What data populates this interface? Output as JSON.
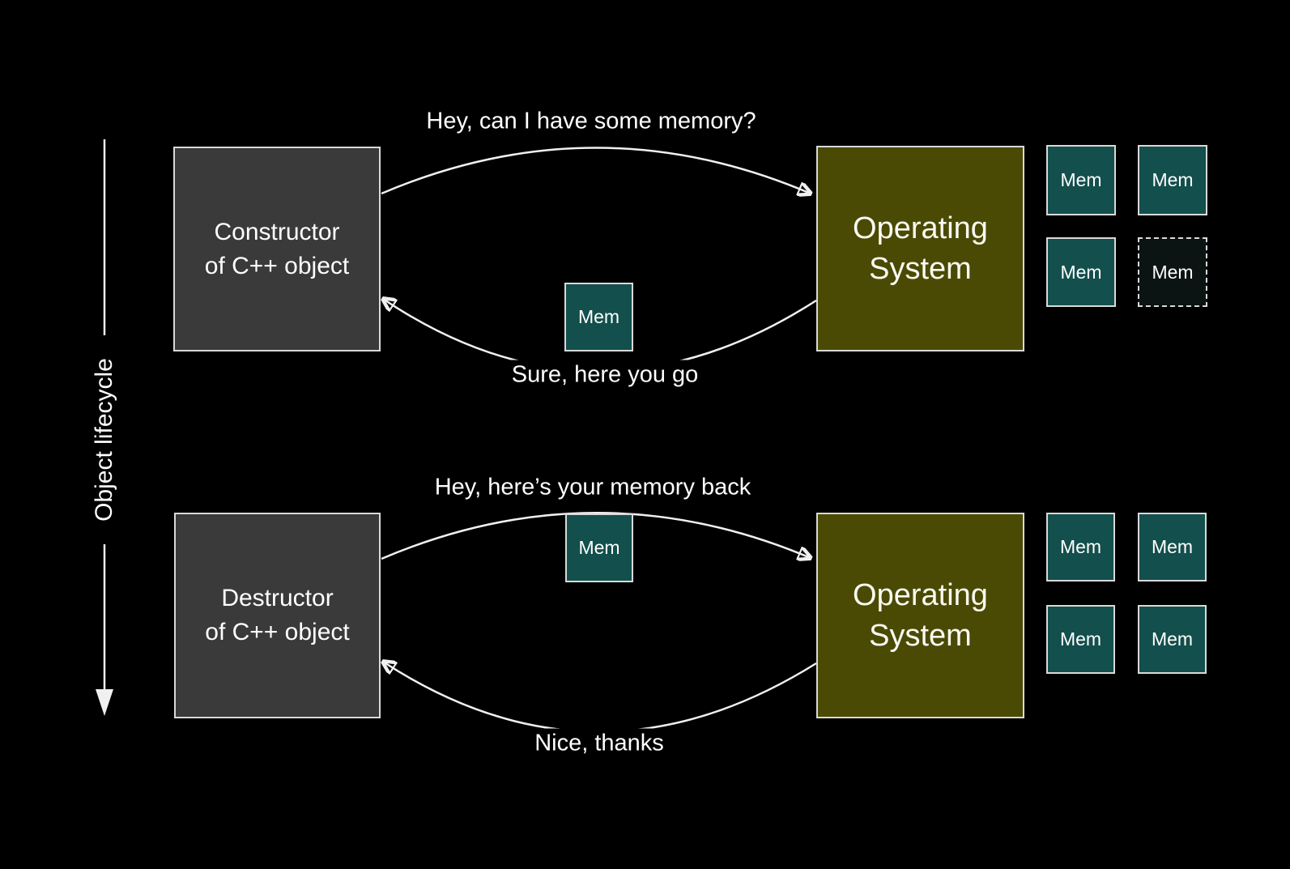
{
  "colors": {
    "background": "#000000",
    "actor_box_fill": "#3a3a3a",
    "os_box_fill": "#4a4a05",
    "mem_box_fill": "#134f4c",
    "mem_box_freed_fill": "#0c1413",
    "box_border": "#d9d9d9",
    "arrow": "#f0f0f0",
    "text": "#ffffff"
  },
  "lifecycle_axis": {
    "label": "Object lifecycle"
  },
  "allocation_flow": {
    "actor": {
      "line1": "Constructor",
      "line2": "of C++ object"
    },
    "os": {
      "line1": "Operating",
      "line2": "System"
    },
    "request_label": "Hey, can I have some memory?",
    "response_label": "Sure, here you go",
    "transfer_mem": {
      "label": "Mem"
    },
    "mem_grid": [
      {
        "label": "Mem",
        "variant": "solid"
      },
      {
        "label": "Mem",
        "variant": "solid"
      },
      {
        "label": "Mem",
        "variant": "solid"
      },
      {
        "label": "Mem",
        "variant": "dashed"
      }
    ]
  },
  "deallocation_flow": {
    "actor": {
      "line1": "Destructor",
      "line2": "of C++ object"
    },
    "os": {
      "line1": "Operating",
      "line2": "System"
    },
    "request_label": "Hey, here’s your memory back",
    "response_label": "Nice, thanks",
    "transfer_mem": {
      "label": "Mem"
    },
    "mem_grid": [
      {
        "label": "Mem",
        "variant": "solid"
      },
      {
        "label": "Mem",
        "variant": "solid"
      },
      {
        "label": "Mem",
        "variant": "solid"
      },
      {
        "label": "Mem",
        "variant": "solid"
      }
    ]
  }
}
